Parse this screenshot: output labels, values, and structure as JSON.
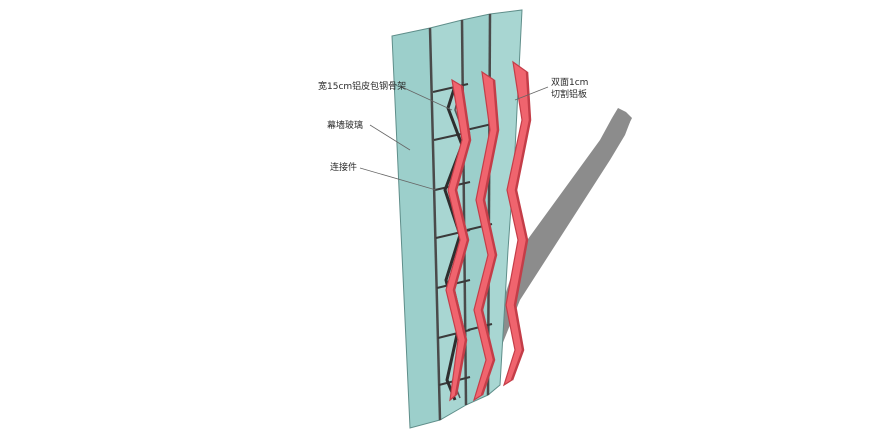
{
  "colors": {
    "glass": "#9ccfcb",
    "glass_edge": "#5f8e8a",
    "fin": "#f0646e",
    "fin_dark": "#c43d48",
    "frame": "#3a3a3a",
    "shadow": "#8c8c8c"
  },
  "labels": {
    "frame": "宽15cm铝皮包钢骨架",
    "glass": "幕墙玻璃",
    "connector": "连接件",
    "fin_line1": "双面1cm",
    "fin_line2": "切割铝板"
  }
}
